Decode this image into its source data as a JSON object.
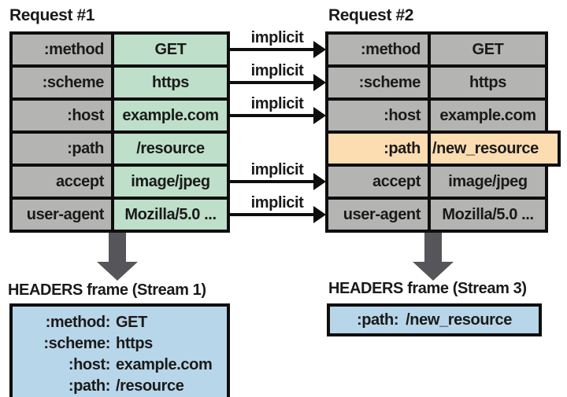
{
  "colors": {
    "cell_gray": "#b4b4b3",
    "cell_green": "#bedfc9",
    "cell_orange": "#fcdcb1",
    "frame_blue": "#b8d6e9",
    "arrow_gray": "#56565a",
    "border_black": "#0e0e0e"
  },
  "request1": {
    "title": "Request #1",
    "rows": [
      {
        "label": ":method",
        "value": "GET"
      },
      {
        "label": ":scheme",
        "value": "https"
      },
      {
        "label": ":host",
        "value": "example.com"
      },
      {
        "label": ":path",
        "value": "/resource"
      },
      {
        "label": "accept",
        "value": "image/jpeg"
      },
      {
        "label": "user-agent",
        "value": "Mozilla/5.0 ..."
      }
    ]
  },
  "request2": {
    "title": "Request #2",
    "highlighted_row": ":path",
    "rows": [
      {
        "label": ":method",
        "value": "GET"
      },
      {
        "label": ":scheme",
        "value": "https"
      },
      {
        "label": ":host",
        "value": "example.com"
      },
      {
        "label": ":path",
        "value": "/new_resource"
      },
      {
        "label": "accept",
        "value": "image/jpeg"
      },
      {
        "label": "user-agent",
        "value": "Mozilla/5.0 ..."
      }
    ]
  },
  "implicit_arrows": [
    {
      "label": "implicit"
    },
    {
      "label": "implicit"
    },
    {
      "label": "implicit"
    },
    {
      "label": "implicit"
    },
    {
      "label": "implicit"
    }
  ],
  "frame1": {
    "title": "HEADERS frame (Stream 1)",
    "lines": [
      {
        "key": ":method:",
        "value": "GET"
      },
      {
        "key": ":scheme:",
        "value": "https"
      },
      {
        "key": ":host:",
        "value": "example.com"
      },
      {
        "key": ":path:",
        "value": "/resource"
      }
    ]
  },
  "frame3": {
    "title": "HEADERS frame (Stream 3)",
    "lines": [
      {
        "key": ":path:",
        "value": "/new_resource"
      }
    ]
  }
}
